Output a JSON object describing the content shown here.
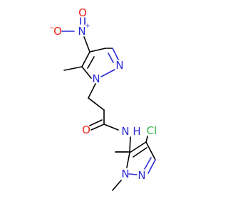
{
  "molecule": {
    "atoms": {
      "nitro_o_minus": "O",
      "nitro_o_minus_charge": "−",
      "nitro_n": "N",
      "nitro_n_charge": "+",
      "nitro_o": "O",
      "pyrazole1_n2": "N",
      "pyrazole1_n1": "N",
      "amide_o": "O",
      "amide_n": "N",
      "amide_h": "H",
      "chloro": "Cl",
      "pyrazole2_n1": "N",
      "pyrazole2_n2": "N"
    },
    "colors": {
      "carbon": "#000000",
      "nitrogen": "#2b2bd6",
      "oxygen": "#e8261a",
      "chlorine": "#39b54a"
    }
  }
}
